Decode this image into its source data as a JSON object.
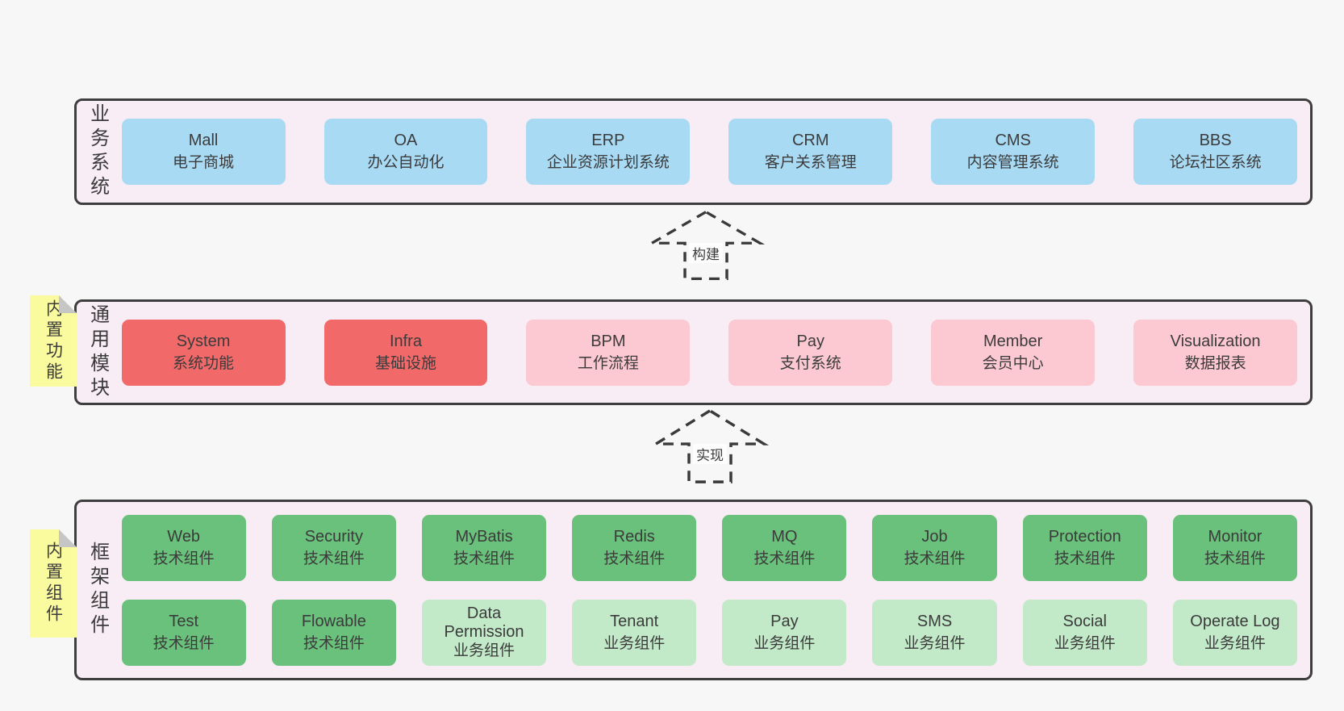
{
  "colors": {
    "page_bg": "#f7f7f7",
    "band_bg": "#f8ecf5",
    "band_border": "#3e3e3e",
    "business_box_blue": "#a9daf4",
    "module_core_red": "#f2696a",
    "module_optional_pink": "#fcc8d2",
    "tech_component_green": "#6ac17b",
    "biz_component_green": "#c2e9c8",
    "sticky_yellow": "#fafa9f",
    "text": "#3b3b3b"
  },
  "arrows": [
    {
      "label": "构建"
    },
    {
      "label": "实现"
    }
  ],
  "sections": [
    {
      "label": "业务系统",
      "boxes": [
        {
          "title": "Mall",
          "subtitle": "电子商城"
        },
        {
          "title": "OA",
          "subtitle": "办公自动化"
        },
        {
          "title": "ERP",
          "subtitle": "企业资源计划系统"
        },
        {
          "title": "CRM",
          "subtitle": "客户关系管理"
        },
        {
          "title": "CMS",
          "subtitle": "内容管理系统"
        },
        {
          "title": "BBS",
          "subtitle": "论坛社区系统"
        }
      ]
    },
    {
      "label": "通用模块",
      "sticky": "内置功能",
      "boxes": [
        {
          "title": "System",
          "subtitle": "系统功能"
        },
        {
          "title": "Infra",
          "subtitle": "基础设施"
        },
        {
          "title": "BPM",
          "subtitle": "工作流程"
        },
        {
          "title": "Pay",
          "subtitle": "支付系统"
        },
        {
          "title": "Member",
          "subtitle": "会员中心"
        },
        {
          "title": "Visualization",
          "subtitle": "数据报表"
        }
      ]
    },
    {
      "label": "框架组件",
      "sticky": "内置组件",
      "rows": [
        [
          {
            "title": "Web",
            "subtitle": "技术组件"
          },
          {
            "title": "Security",
            "subtitle": "技术组件"
          },
          {
            "title": "MyBatis",
            "subtitle": "技术组件"
          },
          {
            "title": "Redis",
            "subtitle": "技术组件"
          },
          {
            "title": "MQ",
            "subtitle": "技术组件"
          },
          {
            "title": "Job",
            "subtitle": "技术组件"
          },
          {
            "title": "Protection",
            "subtitle": "技术组件"
          },
          {
            "title": "Monitor",
            "subtitle": "技术组件"
          }
        ],
        [
          {
            "title": "Test",
            "subtitle": "技术组件"
          },
          {
            "title": "Flowable",
            "subtitle": "技术组件"
          },
          {
            "title": "Data Permission",
            "subtitle": "业务组件"
          },
          {
            "title": "Tenant",
            "subtitle": "业务组件"
          },
          {
            "title": "Pay",
            "subtitle": "业务组件"
          },
          {
            "title": "SMS",
            "subtitle": "业务组件"
          },
          {
            "title": "Social",
            "subtitle": "业务组件"
          },
          {
            "title": "Operate Log",
            "subtitle": "业务组件"
          }
        ]
      ]
    }
  ]
}
